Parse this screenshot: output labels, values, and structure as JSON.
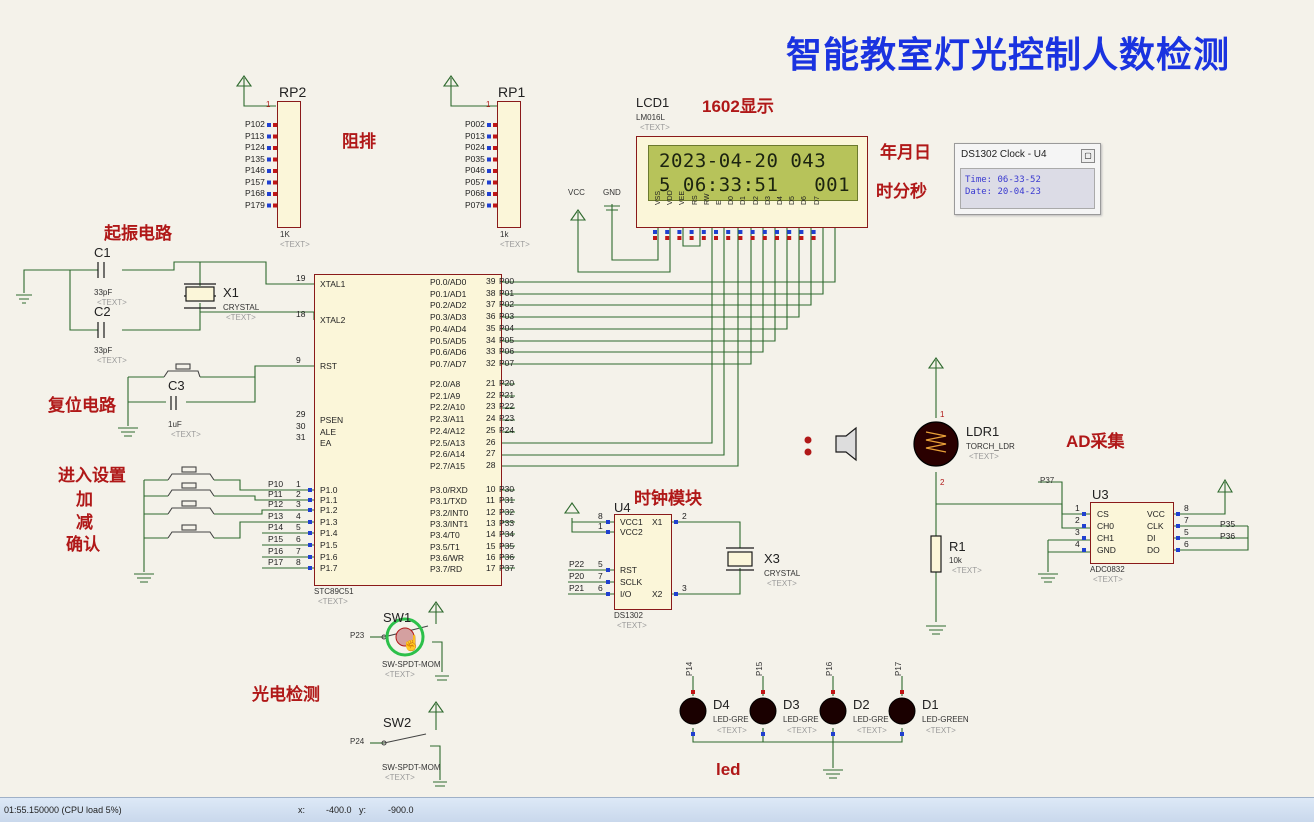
{
  "title": "智能教室灯光控制人数检测",
  "annotations": {
    "resistor_network": "阻排",
    "oscillator": "起振电路",
    "reset": "复位电路",
    "settings_lines": [
      "进入设置",
      "加",
      "减",
      "确认"
    ],
    "display": "1602显示",
    "ymd": "年月日",
    "hms": "时分秒",
    "clock_module": "时钟模块",
    "adc": "AD采集",
    "photo": "光电检测",
    "led": "led"
  },
  "lcd": {
    "ref": "LCD1",
    "part": "LM016L",
    "text": "<TEXT>",
    "line1": "2023-04-20 043",
    "line2": "5 06:33:51   001",
    "vcc": "VCC",
    "gnd": "GND",
    "pins": [
      "VSS",
      "VDD",
      "VEE",
      "RS",
      "RW",
      "E",
      "D0",
      "D1",
      "D2",
      "D3",
      "D4",
      "D5",
      "D6",
      "D7"
    ]
  },
  "ds_popup": {
    "title": "DS1302 Clock - U4",
    "close": "▢",
    "time_label": "Time:",
    "time_value": "06-33-52",
    "date_label": "Date:",
    "date_value": "20-04-23"
  },
  "rp2": {
    "ref": "RP2",
    "value": "1K",
    "text": "<TEXT>",
    "pin1": "1",
    "pins": [
      "P102",
      "P113",
      "P124",
      "P135",
      "P146",
      "P157",
      "P168",
      "P179"
    ]
  },
  "rp1": {
    "ref": "RP1",
    "value": "1k",
    "text": "<TEXT>",
    "pin1": "1",
    "pins": [
      "P002",
      "P013",
      "P024",
      "P035",
      "P046",
      "P057",
      "P068",
      "P079"
    ]
  },
  "c1": {
    "ref": "C1",
    "value": "33pF",
    "text": "<TEXT>"
  },
  "c2": {
    "ref": "C2",
    "value": "33pF",
    "text": "<TEXT>"
  },
  "c3": {
    "ref": "C3",
    "value": "1uF",
    "text": "<TEXT>"
  },
  "x1": {
    "ref": "X1",
    "value": "CRYSTAL",
    "text": "<TEXT>"
  },
  "x3": {
    "ref": "X3",
    "value": "CRYSTAL",
    "text": "<TEXT>"
  },
  "mcu": {
    "part": "STC89C51",
    "text": "<TEXT>",
    "left": [
      {
        "num": "19",
        "name": "XTAL1"
      },
      {
        "num": "18",
        "name": "XTAL2"
      },
      {
        "num": "9",
        "name": "RST"
      },
      {
        "num": "29",
        "name": "PSEN"
      },
      {
        "num": "30",
        "name": "ALE"
      },
      {
        "num": "31",
        "name": "EA"
      },
      {
        "num": "1",
        "name": "P1.0",
        "net": "P10"
      },
      {
        "num": "2",
        "name": "P1.1",
        "net": "P11"
      },
      {
        "num": "3",
        "name": "P1.2",
        "net": "P12"
      },
      {
        "num": "4",
        "name": "P1.3",
        "net": "P13"
      },
      {
        "num": "5",
        "name": "P1.4",
        "net": "P14"
      },
      {
        "num": "6",
        "name": "P1.5",
        "net": "P15"
      },
      {
        "num": "7",
        "name": "P1.6",
        "net": "P16"
      },
      {
        "num": "8",
        "name": "P1.7",
        "net": "P17"
      }
    ],
    "right_p0": [
      {
        "num": "39",
        "name": "P0.0/AD0",
        "net": "P00"
      },
      {
        "num": "38",
        "name": "P0.1/AD1",
        "net": "P01"
      },
      {
        "num": "37",
        "name": "P0.2/AD2",
        "net": "P02"
      },
      {
        "num": "36",
        "name": "P0.3/AD3",
        "net": "P03"
      },
      {
        "num": "35",
        "name": "P0.4/AD4",
        "net": "P04"
      },
      {
        "num": "34",
        "name": "P0.5/AD5",
        "net": "P05"
      },
      {
        "num": "33",
        "name": "P0.6/AD6",
        "net": "P06"
      },
      {
        "num": "32",
        "name": "P0.7/AD7",
        "net": "P07"
      }
    ],
    "right_p2": [
      {
        "num": "21",
        "name": "P2.0/A8",
        "net": "P20"
      },
      {
        "num": "22",
        "name": "P2.1/A9",
        "net": "P21"
      },
      {
        "num": "23",
        "name": "P2.2/A10",
        "net": "P22"
      },
      {
        "num": "24",
        "name": "P2.3/A11",
        "net": "P23"
      },
      {
        "num": "25",
        "name": "P2.4/A12",
        "net": "P24"
      },
      {
        "num": "26",
        "name": "P2.5/A13",
        "net": ""
      },
      {
        "num": "27",
        "name": "P2.6/A14",
        "net": ""
      },
      {
        "num": "28",
        "name": "P2.7/A15",
        "net": ""
      }
    ],
    "right_p3": [
      {
        "num": "10",
        "name": "P3.0/RXD",
        "net": "P30"
      },
      {
        "num": "11",
        "name": "P3.1/TXD",
        "net": "P31"
      },
      {
        "num": "12",
        "name": "P3.2/INT0",
        "net": "P32"
      },
      {
        "num": "13",
        "name": "P3.3/INT1",
        "net": "P33"
      },
      {
        "num": "14",
        "name": "P3.4/T0",
        "net": "P34"
      },
      {
        "num": "15",
        "name": "P3.5/T1",
        "net": "P35"
      },
      {
        "num": "16",
        "name": "P3.6/WR",
        "net": "P36"
      },
      {
        "num": "17",
        "name": "P3.7/RD",
        "net": "P37"
      }
    ]
  },
  "u4": {
    "ref": "U4",
    "part": "DS1302",
    "text": "<TEXT>",
    "pins_left": [
      {
        "num": "8",
        "name": "VCC1"
      },
      {
        "num": "1",
        "name": "VCC2"
      },
      {
        "num": "5",
        "name": "RST",
        "net": "P22"
      },
      {
        "num": "7",
        "name": "SCLK",
        "net": "P20"
      },
      {
        "num": "6",
        "name": "I/O",
        "net": "P21"
      }
    ],
    "pins_right": [
      {
        "num": "2",
        "name": "X1"
      },
      {
        "num": "3",
        "name": "X2"
      }
    ]
  },
  "u3": {
    "ref": "U3",
    "part": "ADC0832",
    "text": "<TEXT>",
    "net_cs": "P37",
    "pins_left": [
      {
        "num": "1",
        "name": "CS"
      },
      {
        "num": "2",
        "name": "CH0"
      },
      {
        "num": "3",
        "name": "CH1"
      },
      {
        "num": "4",
        "name": "GND"
      }
    ],
    "pins_right": [
      {
        "num": "8",
        "name": "VCC"
      },
      {
        "num": "7",
        "name": "CLK",
        "net": "P35"
      },
      {
        "num": "5",
        "name": "DI",
        "net": "P36"
      },
      {
        "num": "6",
        "name": "DO"
      }
    ]
  },
  "ldr": {
    "ref": "LDR1",
    "part": "TORCH_LDR",
    "text": "<TEXT>",
    "pin1": "1",
    "pin2": "2"
  },
  "r1": {
    "ref": "R1",
    "value": "10k",
    "text": "<TEXT>"
  },
  "sw1": {
    "ref": "SW1",
    "part": "SW-SPDT-MOM",
    "text": "<TEXT>",
    "net": "P23"
  },
  "sw2": {
    "ref": "SW2",
    "part": "SW-SPDT-MOM",
    "text": "<TEXT>",
    "net": "P24"
  },
  "leds": [
    {
      "ref": "D4",
      "part": "LED-GRE",
      "net": "P14",
      "text": "<TEXT>"
    },
    {
      "ref": "D3",
      "part": "LED-GRE",
      "net": "P15",
      "text": "<TEXT>"
    },
    {
      "ref": "D2",
      "part": "LED-GRE",
      "net": "P16",
      "text": "<TEXT>"
    },
    {
      "ref": "D1",
      "part": "LED-GREEN",
      "net": "P17",
      "text": "<TEXT>"
    }
  ],
  "status": {
    "sim_time": "01:55.150000 (CPU load 5%)",
    "x_label": "x:",
    "x_value": "-400.0",
    "y_label": "y:",
    "y_value": "-900.0"
  },
  "colors": {
    "wire": "#2e6a2e",
    "body": "#fbf6d9",
    "outline": "#8a1a1a",
    "pin_red": "#c01616",
    "pin_blue": "#2040d0",
    "title": "#1a33e0"
  }
}
